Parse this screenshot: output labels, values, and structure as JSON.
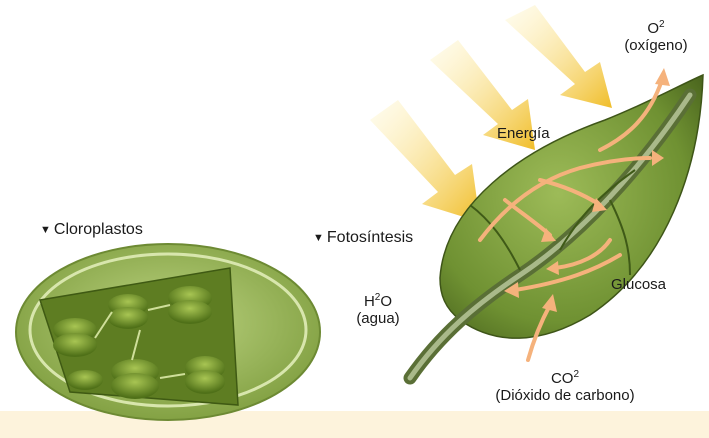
{
  "colors": {
    "leaf_light": "#8fb04a",
    "leaf_dark": "#4d6b20",
    "arrow_orange": "#f5b27c",
    "sun_ray": "#f2c230",
    "chloro_light": "#a9c46a",
    "chloro_dark": "#6f8f34",
    "band": "#fdf3dc"
  },
  "labels": {
    "cloroplastos": "Cloroplastos",
    "fotosintesis": "Fotosíntesis",
    "energia": "Energía",
    "o2_main": "O",
    "o2_sup": "2",
    "o2_name": "(oxígeno)",
    "h2o_h": "H",
    "h2o_sup": "2",
    "h2o_o": "O",
    "h2o_name": "(agua)",
    "glucosa": "Glucosa",
    "co2_main": "CO",
    "co2_sup": "2",
    "co2_name": "(Dióxido de carbono)"
  },
  "icons": {
    "bullet": "▼"
  }
}
